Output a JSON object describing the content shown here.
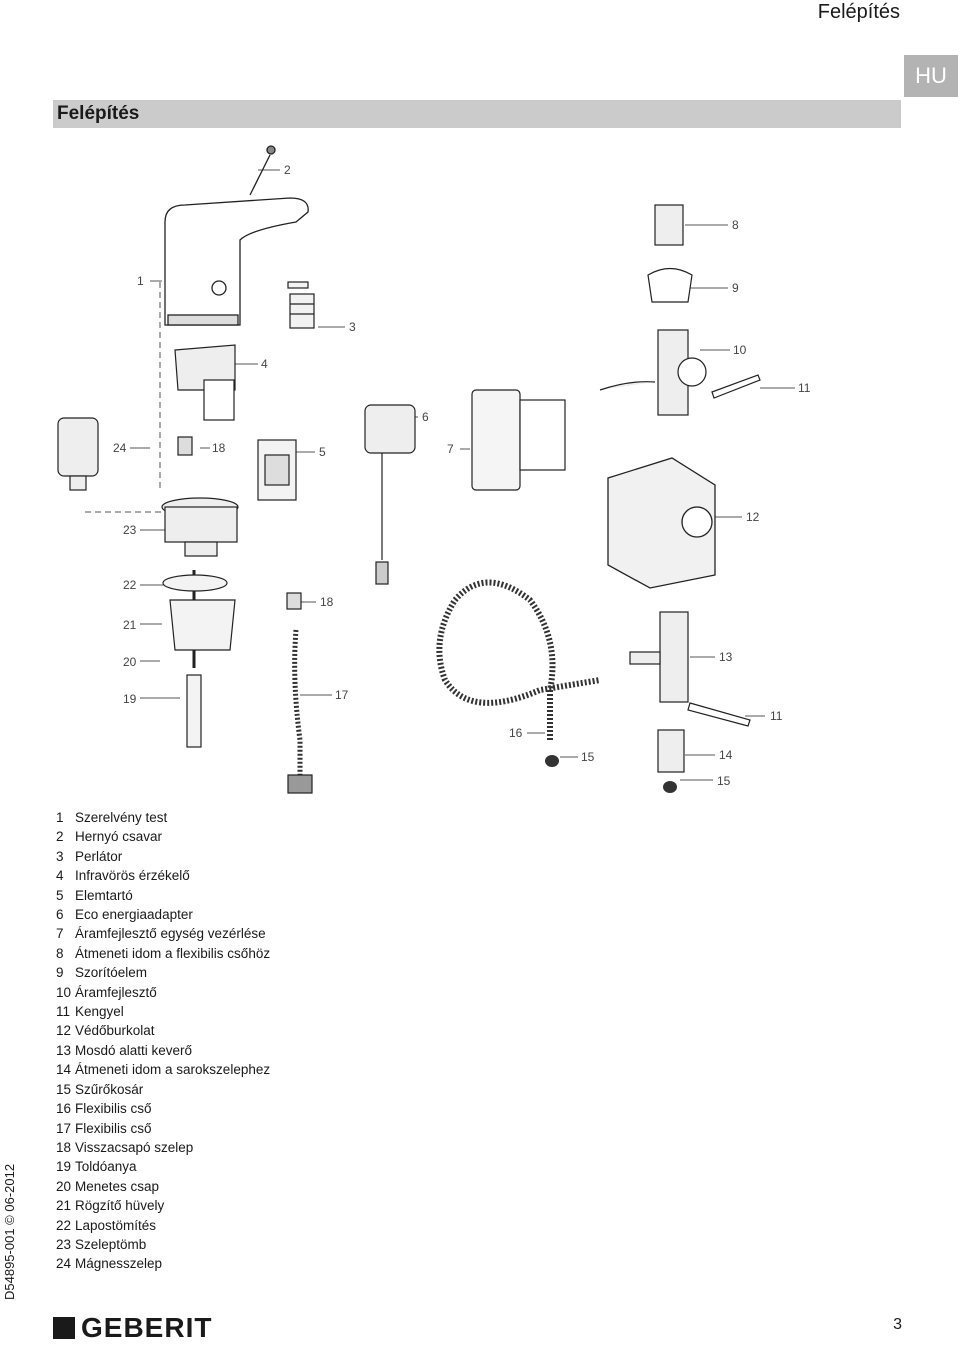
{
  "header": {
    "title": "Felépítés",
    "language": "HU"
  },
  "section": {
    "title": "Felépítés"
  },
  "callouts": [
    "1",
    "2",
    "3",
    "4",
    "5",
    "6",
    "7",
    "8",
    "9",
    "10",
    "11",
    "11",
    "12",
    "13",
    "14",
    "15",
    "15",
    "16",
    "17",
    "18",
    "18",
    "19",
    "20",
    "21",
    "22",
    "23",
    "24"
  ],
  "legend": [
    {
      "num": "1",
      "label": "Szerelvény test"
    },
    {
      "num": "2",
      "label": "Hernyó csavar"
    },
    {
      "num": "3",
      "label": "Perlátor"
    },
    {
      "num": "4",
      "label": "Infravörös érzékelő"
    },
    {
      "num": "5",
      "label": "Elemtartó"
    },
    {
      "num": "6",
      "label": "Eco energiaadapter"
    },
    {
      "num": "7",
      "label": "Áramfejlesztő egység vezérlése"
    },
    {
      "num": "8",
      "label": "Átmeneti idom a flexibilis csőhöz"
    },
    {
      "num": "9",
      "label": "Szorítóelem"
    },
    {
      "num": "10",
      "label": "Áramfejlesztő"
    },
    {
      "num": "11",
      "label": "Kengyel"
    },
    {
      "num": "12",
      "label": "Védőburkolat"
    },
    {
      "num": "13",
      "label": "Mosdó alatti keverő"
    },
    {
      "num": "14",
      "label": "Átmeneti idom a sarokszelephez"
    },
    {
      "num": "15",
      "label": "Szűrőkosár"
    },
    {
      "num": "16",
      "label": "Flexibilis cső"
    },
    {
      "num": "17",
      "label": "Flexibilis cső"
    },
    {
      "num": "18",
      "label": "Visszacsapó szelep"
    },
    {
      "num": "19",
      "label": "Toldóanya"
    },
    {
      "num": "20",
      "label": "Menetes csap"
    },
    {
      "num": "21",
      "label": "Rögzítő hüvely"
    },
    {
      "num": "22",
      "label": "Lapostömítés"
    },
    {
      "num": "23",
      "label": "Szeleptömb"
    },
    {
      "num": "24",
      "label": "Mágnesszelep"
    }
  ],
  "footer": {
    "doc_code": "D54895-001 © 06-2012",
    "logo_text": "GEBERIT",
    "page_number": "3"
  }
}
